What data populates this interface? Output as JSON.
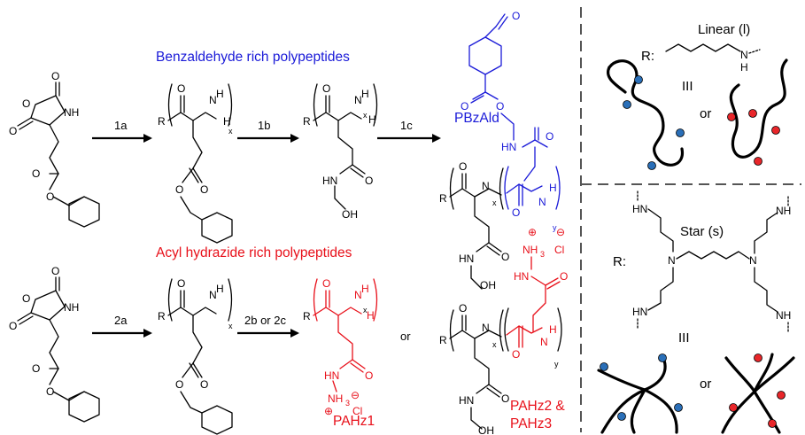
{
  "headings": {
    "benzaldehyde": "Benzaldehyde rich polypeptides",
    "acyl_hydrazide": "Acyl hydrazide rich polypeptides"
  },
  "steps": {
    "s1a": "1a",
    "s1b": "1b",
    "s1c": "1c",
    "s2a": "2a",
    "s2bc": "2b or 2c",
    "or_mid": "or"
  },
  "products": {
    "pbzald": "PBzAld",
    "pahz1": "PAHz1",
    "pahz23_line1": "PAHz2 &",
    "pahz23_line2": "PAHz3"
  },
  "panel": {
    "linear_title": "Linear (l)",
    "r_label": "R:",
    "equiv": "III",
    "or_word": "or",
    "star_title": "Star (s)"
  },
  "colors": {
    "blue": "#1a1ad8",
    "red": "#e8101a",
    "bead_blue": "#2a6fb8",
    "bead_red": "#e8262a"
  }
}
